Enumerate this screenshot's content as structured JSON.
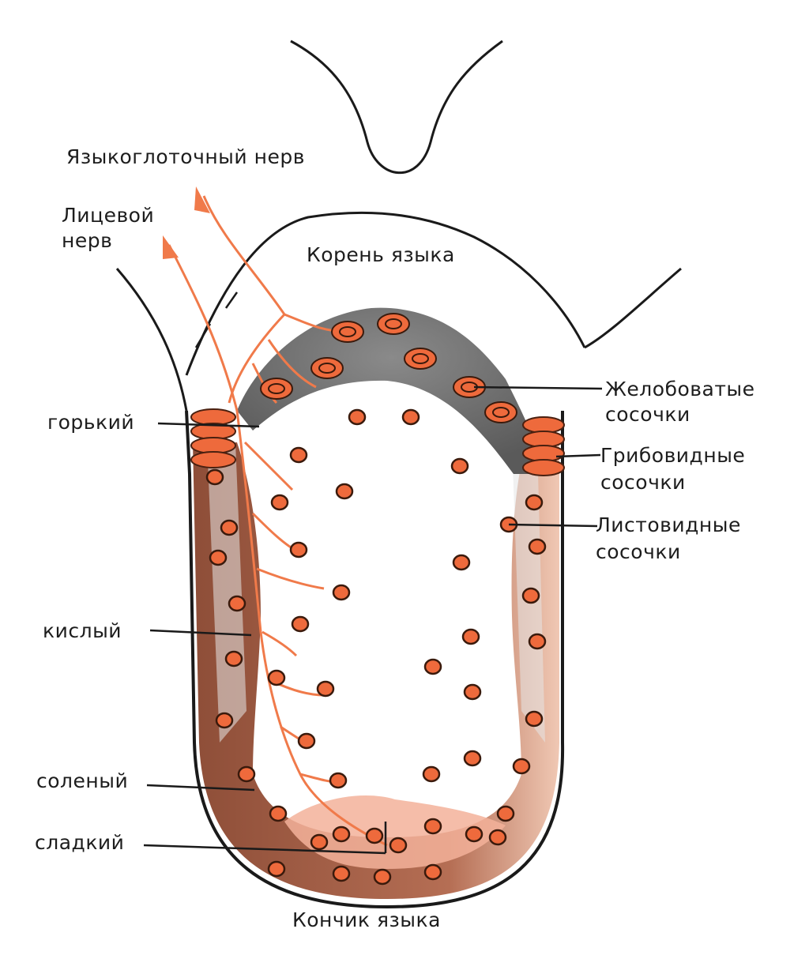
{
  "labels": {
    "glossopharyngeal_nerve": "Языкоглоточный нерв",
    "facial_nerve_line1": "Лицевой",
    "facial_nerve_line2": "нерв",
    "tongue_root": "Корень языка",
    "bitter": "горький",
    "sour": "кислый",
    "salty": "соленый",
    "sweet": "сладкий",
    "circumvallate_line1": "Желобоватые",
    "circumvallate_line2": "сосочки",
    "fungiform_line1": "Грибовидные",
    "fungiform_line2": "сосочки",
    "foliate_line1": "Листовидные",
    "foliate_line2": "сосочки",
    "tongue_tip": "Кончик языка"
  },
  "colors": {
    "outline": "#1a1a1a",
    "nerve": "#f07a4a",
    "papilla_fill": "#ee6a3c",
    "papilla_stroke": "#4a2010",
    "bitter_zone": "#6e6e6e",
    "sour_salty_zone": "#9a5a42",
    "sweet_zone": "#f3a98a",
    "light_zone": "#d9d9d9"
  }
}
